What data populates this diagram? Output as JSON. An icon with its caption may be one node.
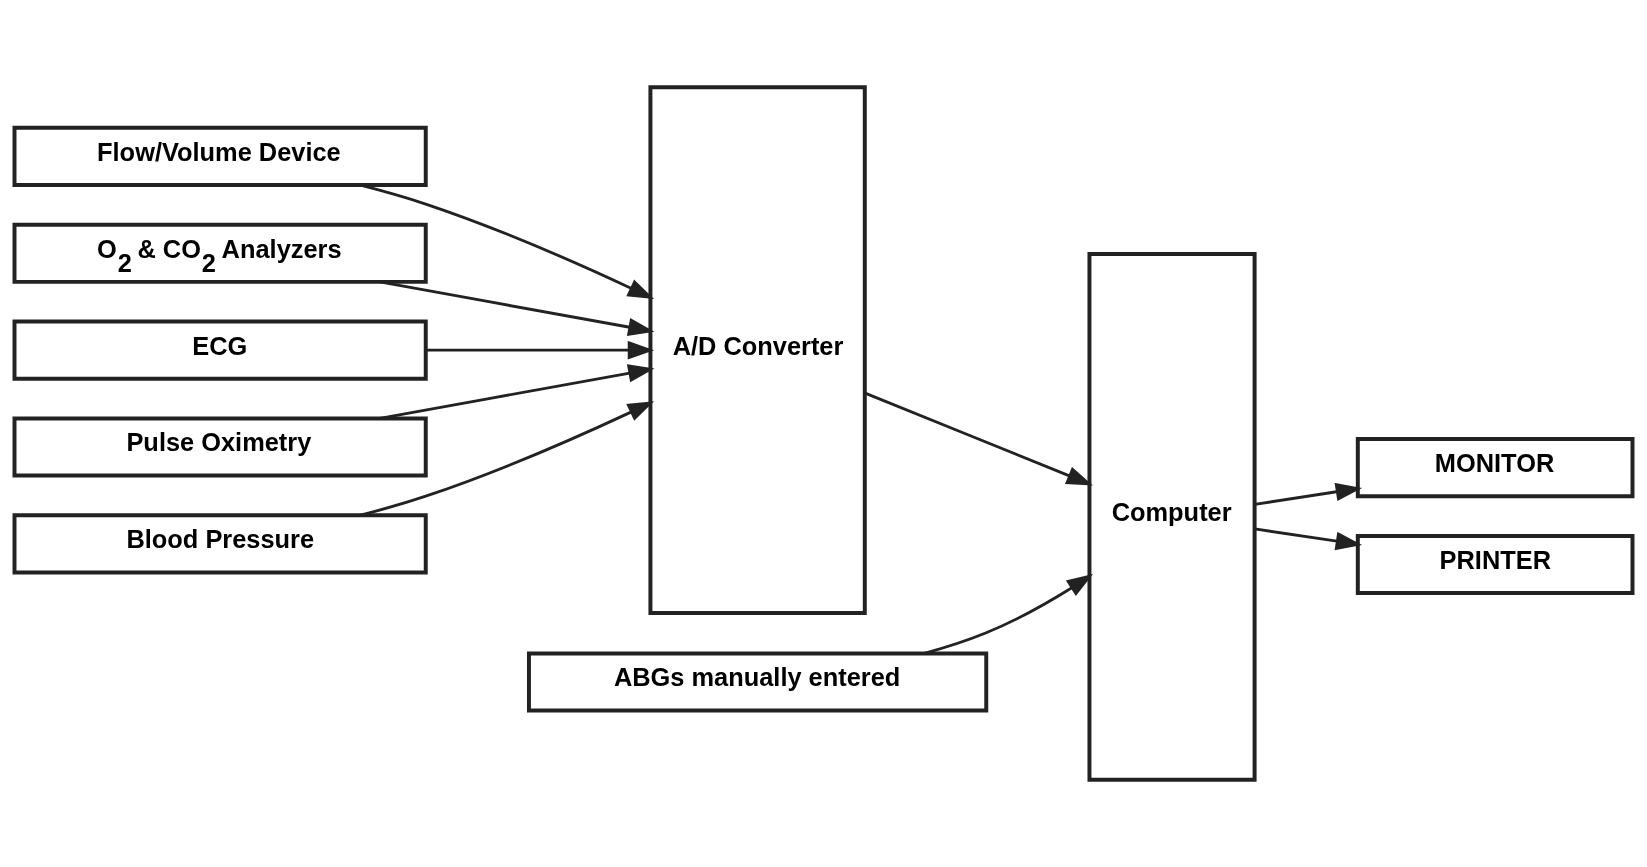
{
  "diagram": {
    "nodes": [
      {
        "text": [
          "Flow/Volume Device"
        ]
      },
      {
        "text": [
          "O$_{2}$ & CO$_{2}$ Analyzers"
        ]
      },
      {
        "text": [
          "ECG"
        ]
      },
      {
        "text": [
          "Pulse Oximetry"
        ]
      },
      {
        "text": [
          "Blood Pressure"
        ]
      },
      {
        "text": [
          "A/D Converter"
        ]
      },
      {
        "text": [
          "Computer"
        ]
      },
      {
        "text": [
          "MONITOR"
        ]
      },
      {
        "text": [
          "PRINTER"
        ]
      },
      {
        "text": [
          "ABGs manually entered"
        ]
      }
    ],
    "edges": [
      {
        "from": 0,
        "to": 5,
        "arrow": "to"
      },
      {
        "from": 1,
        "to": 5,
        "arrow": "to"
      },
      {
        "from": 2,
        "to": 5,
        "arrow": "to"
      },
      {
        "from": 3,
        "to": 5,
        "arrow": "to"
      },
      {
        "from": 4,
        "to": 5,
        "arrow": "to"
      },
      {
        "from": 5,
        "to": 6,
        "arrow": "to"
      },
      {
        "from": 6,
        "to": 7,
        "arrow": "to"
      },
      {
        "from": 6,
        "to": 8,
        "arrow": "to"
      },
      {
        "from": 9,
        "to": 6,
        "arrow": "to"
      }
    ]
  }
}
